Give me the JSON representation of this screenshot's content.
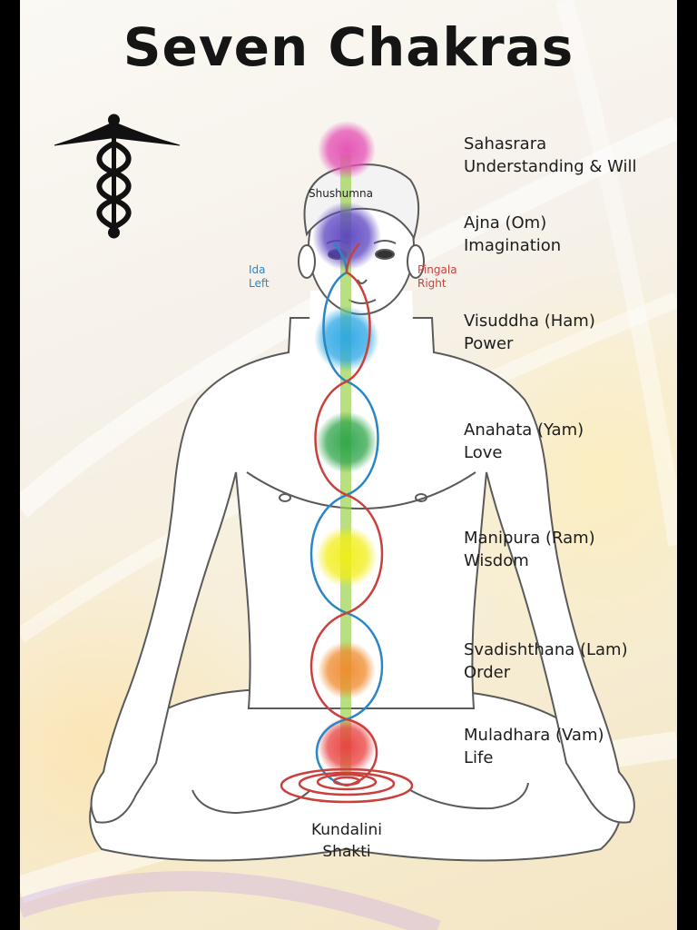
{
  "title": "Seven Chakras",
  "icon": "caduceus-icon",
  "channels": {
    "center": "Shushumna",
    "left_name": "Ida",
    "left_side": "Left",
    "right_name": "Pingala",
    "right_side": "Right"
  },
  "chakras": [
    {
      "name": "Sahasrara",
      "quality": "Understanding & Will",
      "color": "#e44fb4"
    },
    {
      "name": "Ajna (Om)",
      "quality": "Imagination",
      "color": "#5a43c0"
    },
    {
      "name": "Visuddha (Ham)",
      "quality": "Power",
      "color": "#2aa6e4"
    },
    {
      "name": "Anahata (Yam)",
      "quality": "Love",
      "color": "#2ea54a"
    },
    {
      "name": "Manipura (Ram)",
      "quality": "Wisdom",
      "color": "#f2ee1a"
    },
    {
      "name": "Svadishthana (Lam)",
      "quality": "Order",
      "color": "#f08a2c"
    },
    {
      "name": "Muladhara (Vam)",
      "quality": "Life",
      "color": "#e8403e"
    }
  ],
  "base": {
    "line1": "Kundalini",
    "line2": "Shakti"
  },
  "colors": {
    "ida": "#2b86c5",
    "pingala": "#c9403d",
    "spine": "#9ad24a",
    "outline": "#555555"
  }
}
